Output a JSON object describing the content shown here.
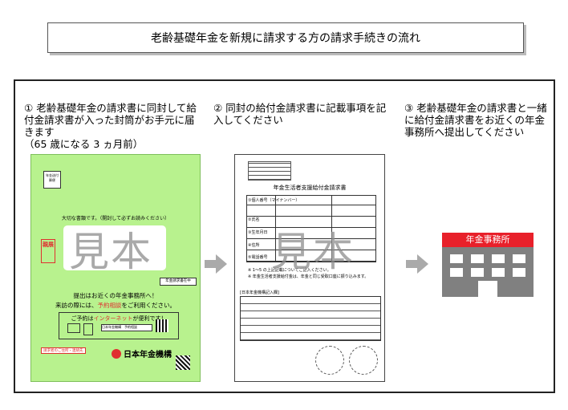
{
  "title": "老齢基礎年金を新規に請求する方の請求手続きの流れ",
  "steps": [
    {
      "num": "①",
      "text": "老齢基礎年金の請求書に同封して給付金請求書が入った封筒がお手元に届きます",
      "sub": "（65 歳になる 3 ヵ月前）"
    },
    {
      "num": "②",
      "text": "同封の給付金請求書に記載事項を記入してください"
    },
    {
      "num": "③",
      "text": "老齢基礎年金の請求書と一緒に給付金請求書をお近くの年金事務所へ提出してください"
    }
  ],
  "envelope": {
    "stamp": "年金送付 郵便",
    "important": "大切な書類です。（開封して必ずお読みください）",
    "red_label": "親展",
    "bar": "年金請求書在中",
    "text1": "提出はお近くの年金事務所へ！",
    "text2_a": "来訪の際には、",
    "text2_hl": "予約相談",
    "text2_b": "をご利用ください。",
    "info_a": "ご予約は",
    "info_hl": "インターネット",
    "info_b": "が便利です！",
    "search": "日本年金機構　予約相談",
    "notice": "請求者のご住所・連絡先",
    "logo": "日本年金機構"
  },
  "watermark": "見本",
  "form": {
    "title": "年金生活者支援給付金請求書",
    "label1": "①個人番号（マイナンバー）",
    "label2": "②氏名",
    "label3": "③生年月日",
    "label4": "④住所",
    "label5": "⑤電話番号",
    "note1": "※ 1～5 の上記記載についてご記入ください。",
    "note2": "※ 年金生活者支援給付金は、年金と同じ受取口座に振り込みます。",
    "lower_head": "[日本年金機構記入欄]"
  },
  "office": {
    "sign": "年金事務所",
    "color": "#e8202a"
  },
  "colors": {
    "envelope": "#b8f28e",
    "arrow": "#aaaaaa",
    "building": "#808080"
  }
}
